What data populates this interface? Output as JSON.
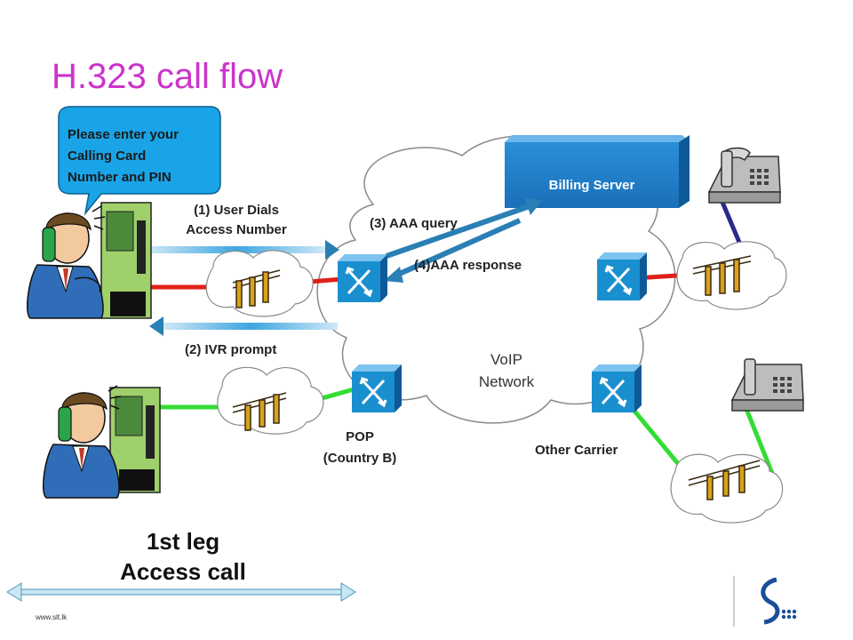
{
  "slide": {
    "title": "H.323 call flow",
    "speech_bubble": [
      "Please enter your",
      "Calling Card",
      "Number and PIN"
    ],
    "cloud_label": [
      "VoIP",
      "Network"
    ],
    "billing_server": "Billing Server",
    "steps": {
      "user_dials": [
        "(1) User Dials",
        "Access Number"
      ],
      "ivr_prompt": "(2) IVR prompt",
      "aaa_query": "(3) AAA query",
      "aaa_response": "(4)AAA response"
    },
    "pop": [
      "POP",
      "(Country B)"
    ],
    "other_carrier": "Other Carrier",
    "leg": [
      "1st leg",
      "Access call"
    ],
    "footer_url": "www.slt.lk"
  },
  "colors": {
    "title": "#cc33cc",
    "arrow_blue": "#2a7fb5",
    "line_red": "#e0201a",
    "line_green": "#33dd33",
    "line_navy": "#2a2a8a",
    "bubble": "#1aa4e8",
    "router": "#1a8fd0",
    "server": "#1a7fc8"
  },
  "icons": [
    "router-icon",
    "phone-icon",
    "telephone-pole-icon",
    "person-on-phone-icon",
    "payphone-icon",
    "logo-icon"
  ]
}
